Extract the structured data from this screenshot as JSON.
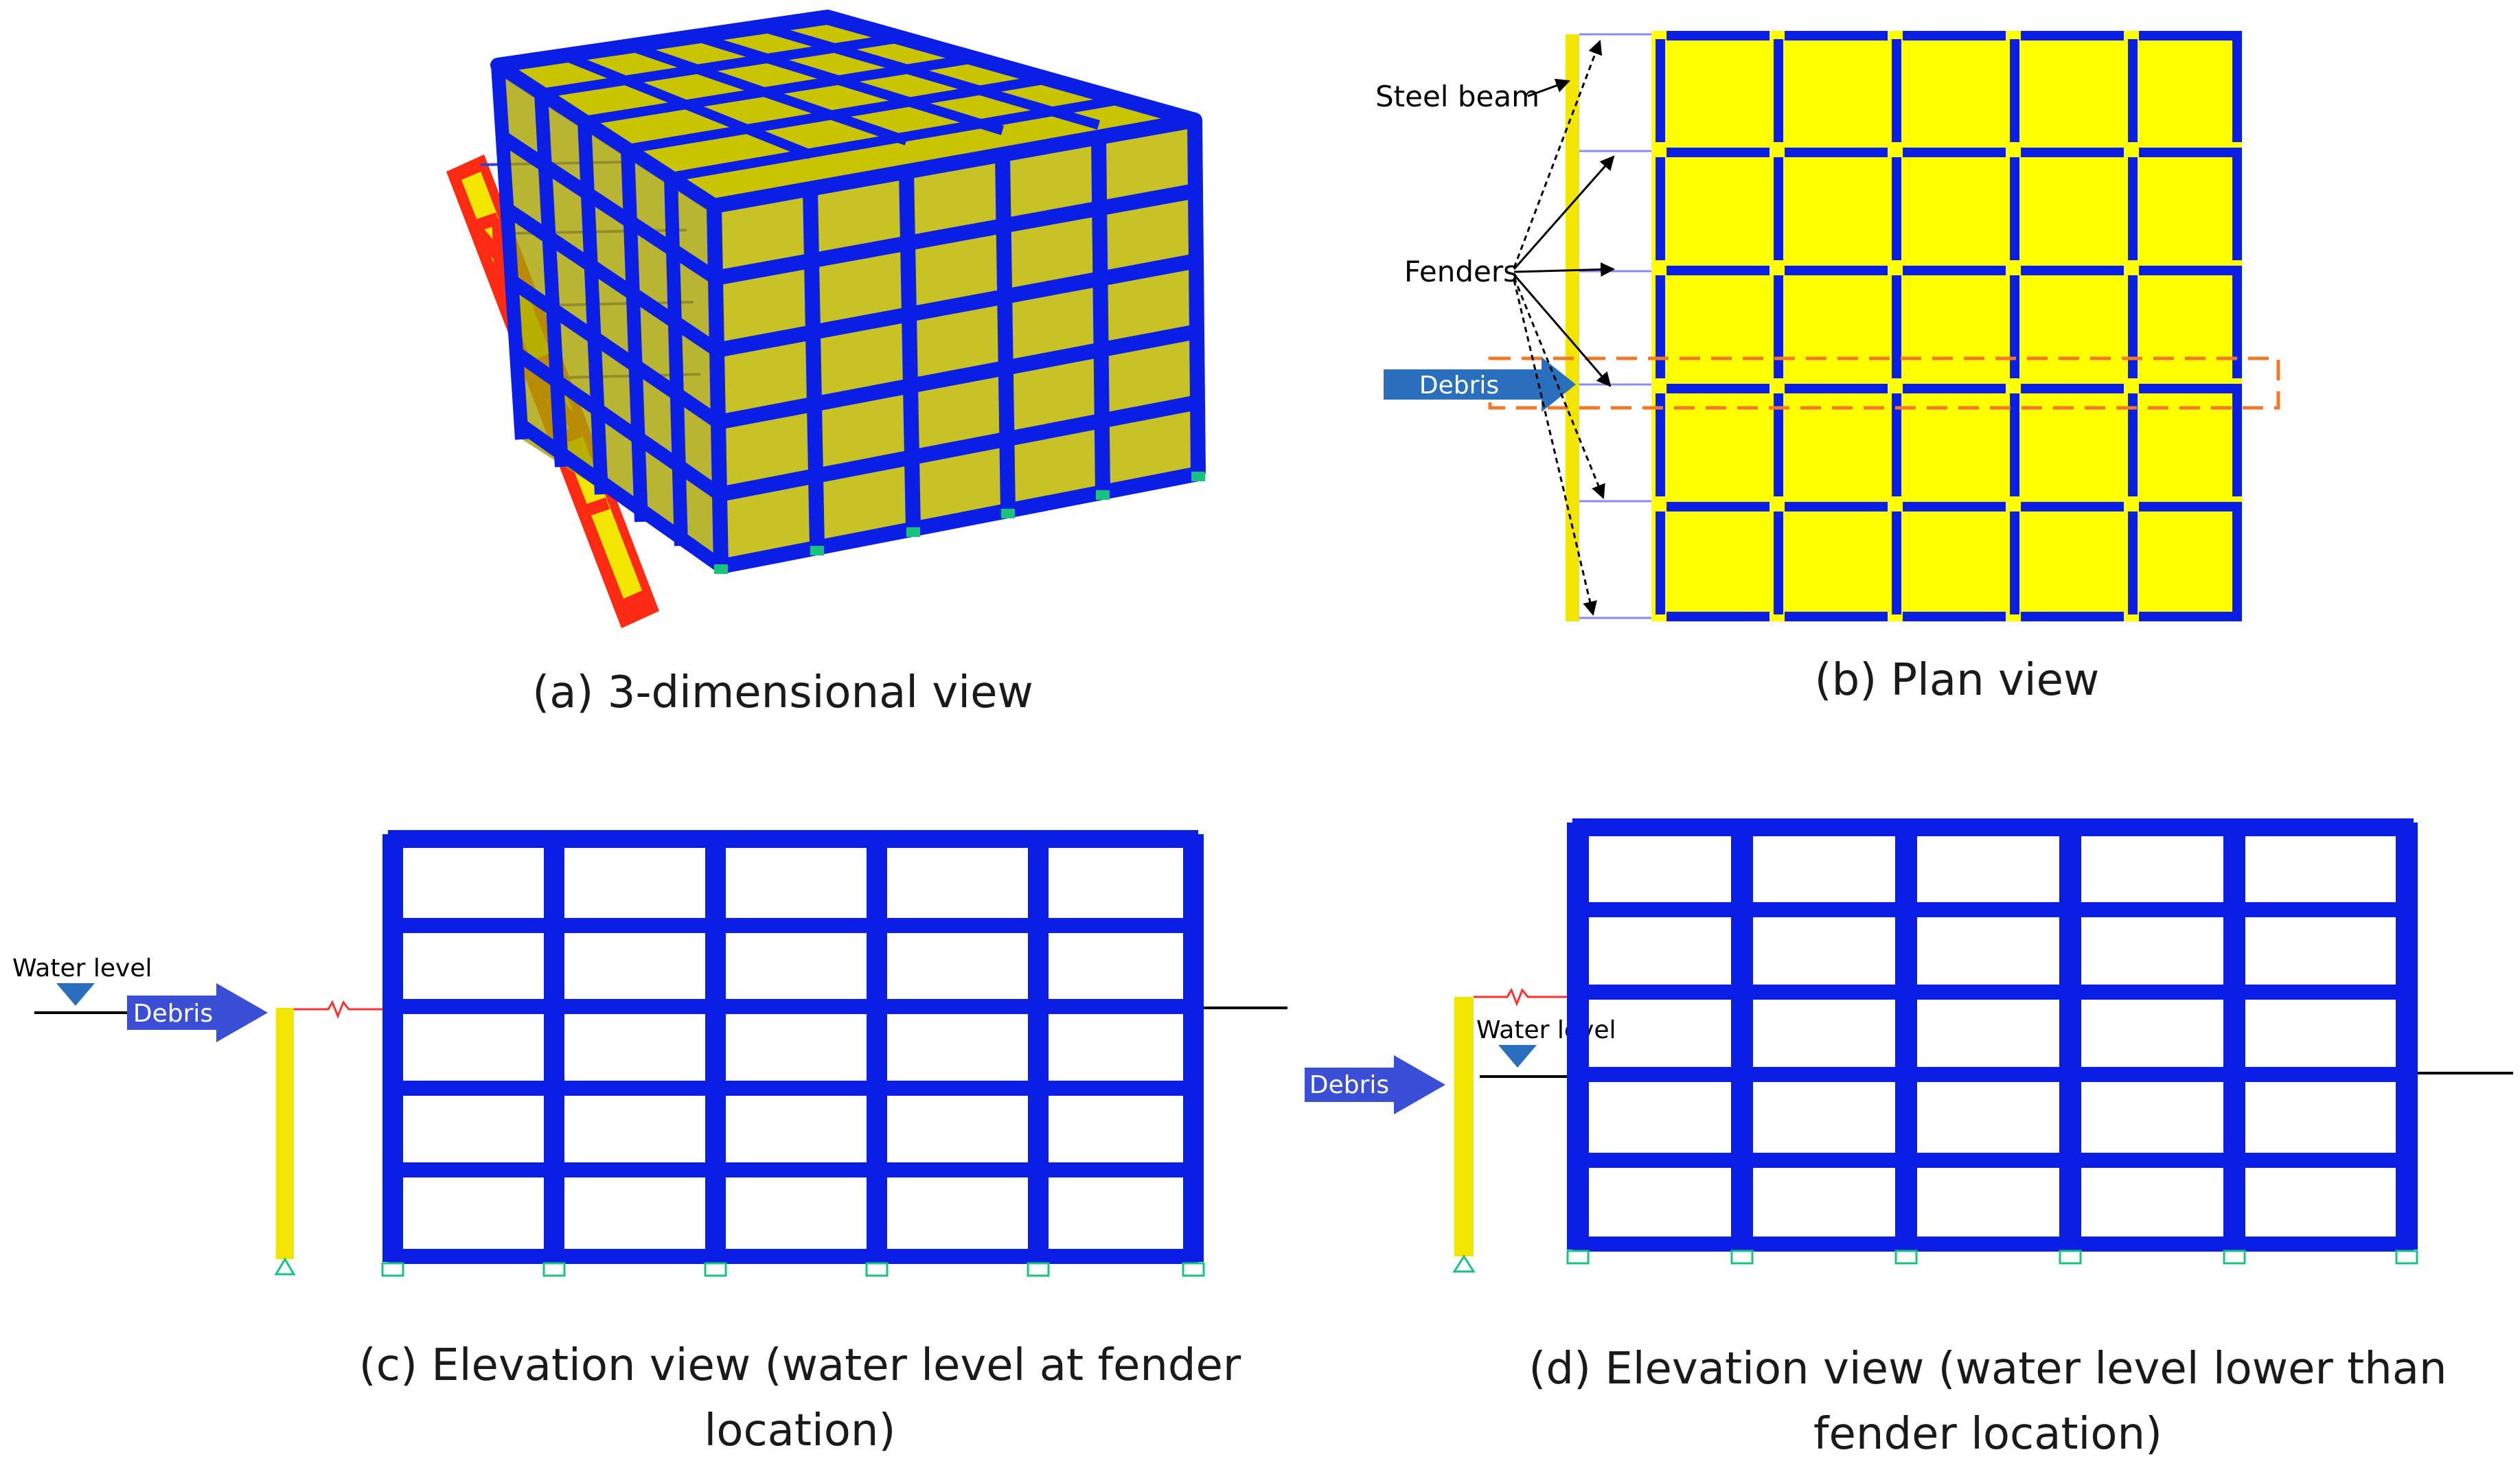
{
  "panels": {
    "a": {
      "caption": "(a) 3-dimensional view"
    },
    "b": {
      "caption": "(b) Plan view",
      "label_steel_beam": "Steel beam",
      "label_fenders": "Fenders",
      "label_debris": "Debris"
    },
    "c": {
      "caption_line1": "(c) Elevation view (water level at fender",
      "caption_line2": "location)",
      "label_water_level": "Water level",
      "label_debris": "Debris"
    },
    "d": {
      "caption_line1": "(d) Elevation view (water level lower than",
      "caption_line2": "fender location)",
      "label_water_level": "Water level",
      "label_debris": "Debris"
    }
  },
  "colors": {
    "frame": "#0a1ee6",
    "slab": "#ffff00",
    "fender": "#f2e600",
    "wall_red": "#ff2a12",
    "debris": "#2a6fbd",
    "debris_elev": "#3a4fd6",
    "support": "#19c37d",
    "dashed": "#f07a2a",
    "spring": "#ff3030"
  }
}
